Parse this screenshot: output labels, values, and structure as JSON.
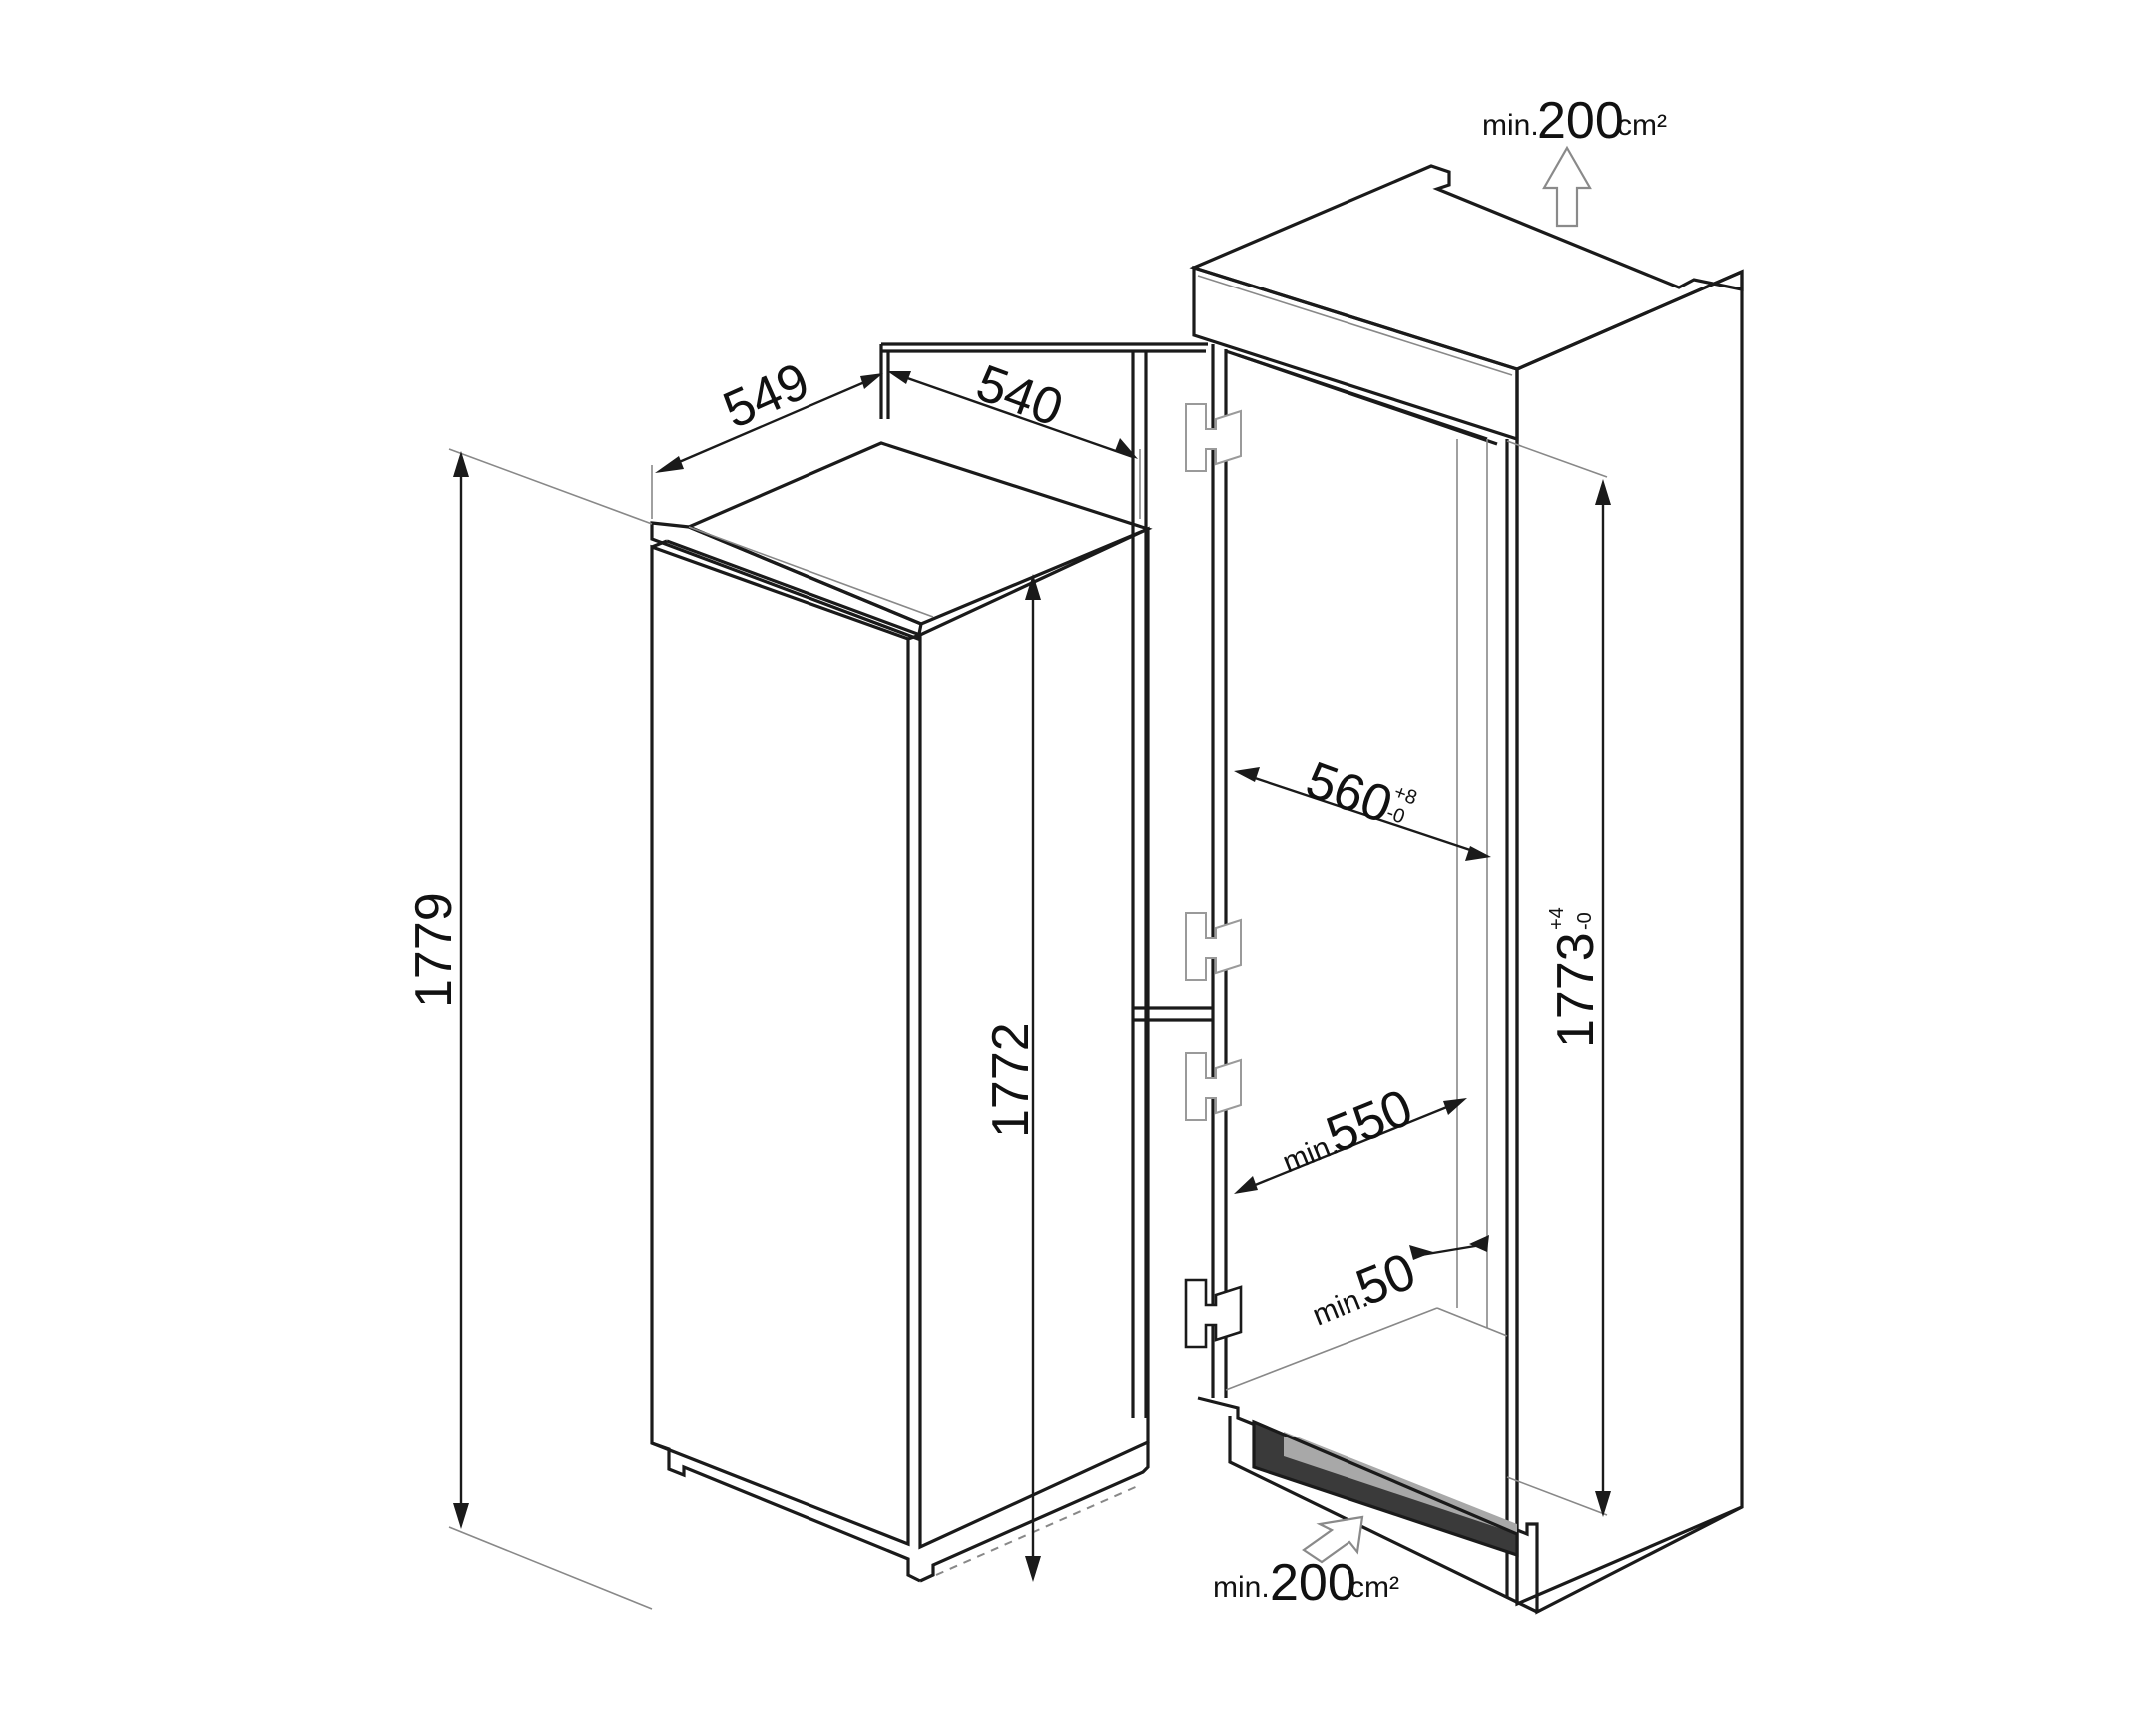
{
  "diagram": {
    "type": "built-in refrigerator installation dimensions",
    "units": "mm",
    "appliance": {
      "width_label": "549",
      "depth_label": "540",
      "height_label": "1779",
      "body_height_label": "1772"
    },
    "niche": {
      "width_main": "560",
      "width_tol_plus": "+8",
      "width_tol_minus": "-0",
      "height_main": "1773",
      "height_tol_plus": "+4",
      "height_tol_minus": "-0",
      "depth_prefix": "min.",
      "depth_value": "550",
      "rear_gap_prefix": "min.",
      "rear_gap_value": "50"
    },
    "ventilation": {
      "top": {
        "prefix": "min.",
        "value": "200",
        "unit": "cm²"
      },
      "bottom": {
        "prefix": "min.",
        "value": "200",
        "unit": "cm²"
      }
    },
    "colors": {
      "line": "#1a1a1a",
      "guide": "#888888",
      "vent_dark": "#3a3a3a",
      "vent_light": "#a8a8a8"
    }
  }
}
